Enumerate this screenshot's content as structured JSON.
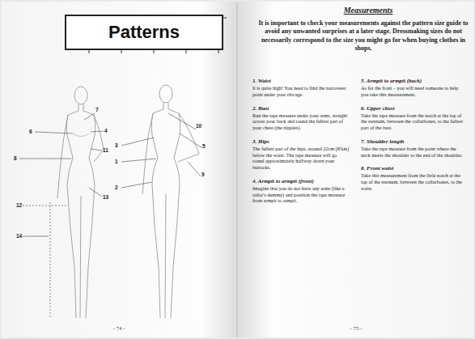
{
  "diagram": {
    "nodes": [
      {
        "text": [
          "Patterns"
        ]
      }
    ],
    "labels": [
      "Measurements",
      "It is important to check your measurements against the pattern size guide to avoid any unwanted surprises at a later stage. Dressmaking sizes do not necessarily correspond to the size you might go for when buying clothes in shops.",
      "1. Waist",
      "It is quite high! You need to find the narrowest point under your ribcage.",
      "2. Bust",
      "Run the tape measure under your arms, straight across your back and round the fullest part of your chest (the nipples).",
      "3. Hips",
      "The fullest part of the hips, around 22cm (8¾in) below the waist. The tape measure will go round approximately halfway down your buttocks.",
      "4. Armpit to armpit (front)",
      "Imagine that you do not have any arms (like a tailor's dummy) and position the tape measure from armpit to armpit.",
      "5. Armpit to armpit (back)",
      "As for the front – you will need someone to help you take this measurement.",
      "6. Upper chest",
      "Take the tape measure from the notch at the top of the sternum, between the collarbones, to the fullest part of the bust.",
      "7. Shoulder length",
      "Take the tape measure from the point where the neck meets the shoulder to the end of the shoulder.",
      "8. Front waist",
      "Take this measurement from the little notch at the top of the sternum, between the collarbones, to the waist.",
      "- 74 -",
      "- 75 -",
      "7",
      "6",
      "4",
      "11",
      "8",
      "3",
      "1",
      "13",
      "2",
      "12",
      "14",
      "10",
      "5",
      "9"
    ]
  }
}
